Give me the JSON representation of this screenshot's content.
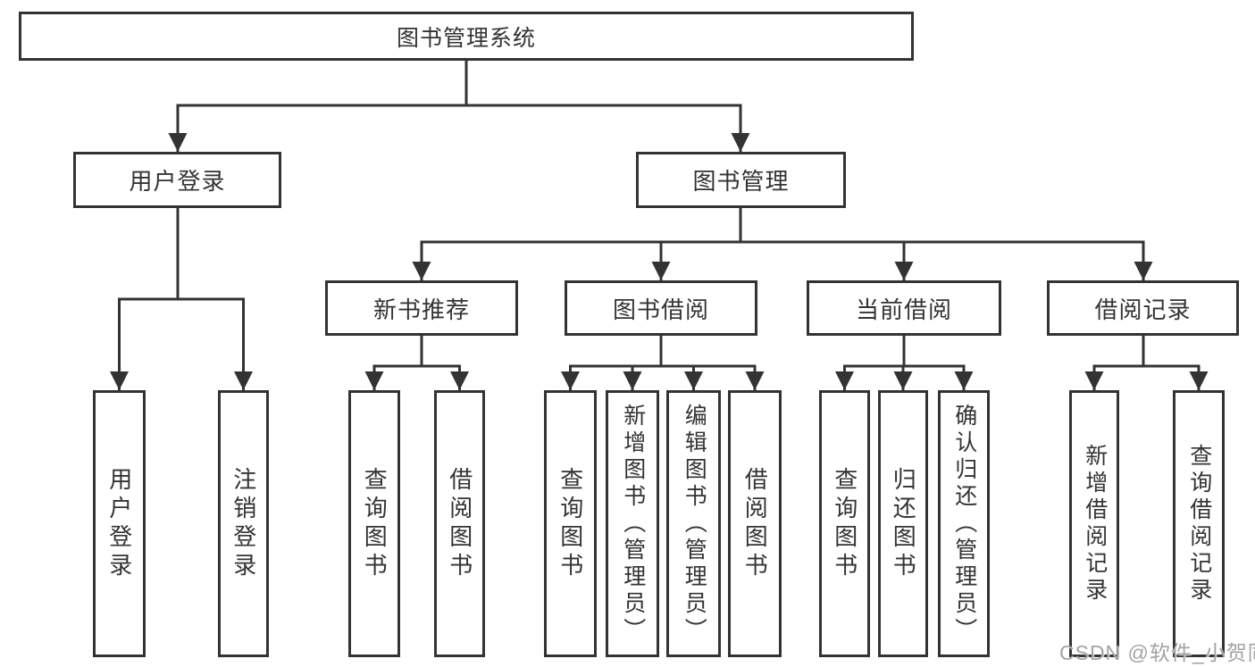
{
  "diagram": {
    "root": {
      "label": "图书管理系统",
      "children": [
        {
          "label": "用户登录",
          "children": [
            {
              "label": "用户登录"
            },
            {
              "label": "注销登录"
            }
          ]
        },
        {
          "label": "图书管理",
          "children": [
            {
              "label": "新书推荐",
              "children": [
                {
                  "label": "查询图书"
                },
                {
                  "label": "借阅图书"
                }
              ]
            },
            {
              "label": "图书借阅",
              "children": [
                {
                  "label": "查询图书"
                },
                {
                  "label": "新增图书（管理员）"
                },
                {
                  "label": "编辑图书（管理员）"
                },
                {
                  "label": "借阅图书"
                }
              ]
            },
            {
              "label": "当前借阅",
              "children": [
                {
                  "label": "查询图书"
                },
                {
                  "label": "归还图书"
                },
                {
                  "label": "确认归还（管理员）"
                }
              ]
            },
            {
              "label": "借阅记录",
              "children": [
                {
                  "label": "新增借阅记录"
                },
                {
                  "label": "查询借阅记录"
                }
              ]
            }
          ]
        }
      ]
    }
  },
  "watermark": {
    "text": "CSDN @软件_小贺同学"
  },
  "colors": {
    "line": "#333333",
    "text": "#333333",
    "box_background": "#ffffff",
    "watermark": "#a3a3a3"
  }
}
